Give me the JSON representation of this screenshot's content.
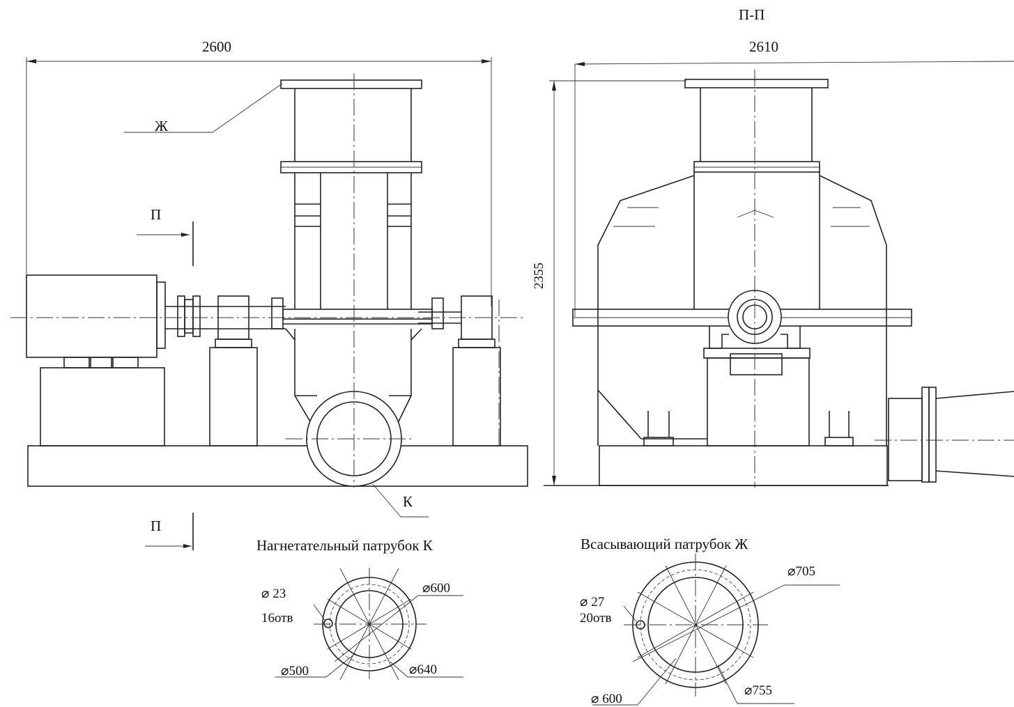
{
  "views": {
    "front": {
      "width_dim": "2600",
      "callout_suction": "Ж",
      "callout_discharge": "К",
      "section_mark_top": "П",
      "section_mark_bottom": "П"
    },
    "section": {
      "title": "П-П",
      "width_dim": "2610",
      "height_dim": "2355"
    }
  },
  "discharge_flange": {
    "title": "Нагнетательный патрубок К",
    "hole_dia": "⌀ 23",
    "hole_count": "16отв",
    "d_bolt_circle": "⌀600",
    "d_inner": "⌀500",
    "d_outer": "⌀640"
  },
  "suction_flange": {
    "title": "Всасывающий патрубок Ж",
    "hole_dia": "⌀ 27",
    "hole_count": "20отв",
    "d_bolt_circle": "⌀705",
    "d_inner": "⌀ 600",
    "d_outer": "⌀755"
  }
}
